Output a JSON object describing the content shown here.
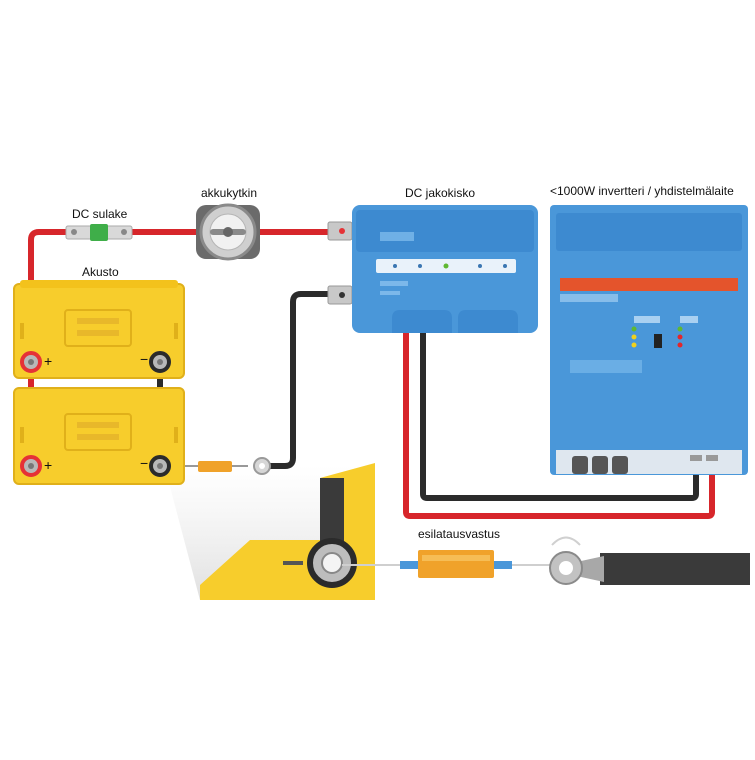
{
  "labels": {
    "fuse": "DC sulake",
    "battery_switch": "akkukytkin",
    "busbar": "DC jakokisko",
    "inverter": "<1000W invertteri / yhdistelmälaite",
    "battery": "Akusto",
    "precharge_resistor": "esilatausvastus"
  },
  "terminal_signs": {
    "plus": "+",
    "minus": "−"
  },
  "colors": {
    "positive_cable": "#d7262b",
    "negative_cable": "#2b2b2b",
    "battery_body": "#f7cd2c",
    "battery_edge": "#e0b01a",
    "victron_blue": "#4a97d9",
    "victron_dark": "#2f78be",
    "resistor": "#f0a22a",
    "inverter_bar": "#e4542c",
    "led_green": "#5fb832",
    "led_yellow": "#f1d11c",
    "led_red": "#e3262b"
  },
  "icons": {
    "fuse": "fuse-icon",
    "switch": "rotary-switch-icon",
    "resistor": "resistor-icon",
    "ring_terminal": "ring-terminal-icon"
  }
}
